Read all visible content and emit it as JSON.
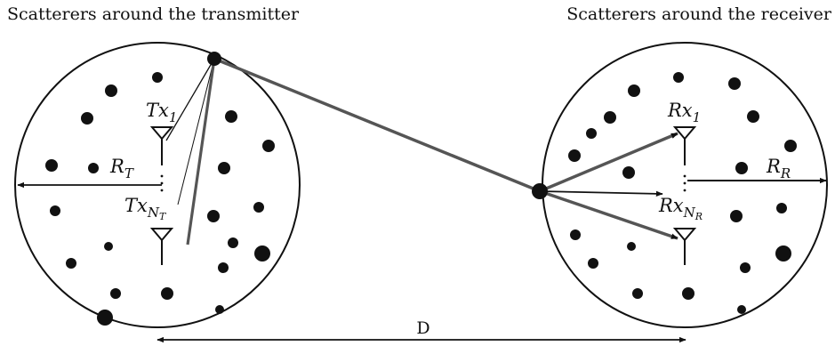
{
  "labels": {
    "tx_title": "Scatterers around the transmitter",
    "rx_title": "Scatterers around the receiver",
    "tx_antenna_1": {
      "main": "Tx",
      "sub": "1"
    },
    "tx_antenna_n": {
      "main": "Tx",
      "sub": "N",
      "subsub": "T"
    },
    "rx_antenna_1": {
      "main": "Rx",
      "sub": "1"
    },
    "rx_antenna_n": {
      "main": "Rx",
      "sub": "N",
      "subsub": "R"
    },
    "tx_radius": {
      "main": "R",
      "sub": "T"
    },
    "rx_radius": {
      "main": "R",
      "sub": "R"
    },
    "distance": "D"
  },
  "colors": {
    "ink": "#111111",
    "path": "#555555"
  }
}
